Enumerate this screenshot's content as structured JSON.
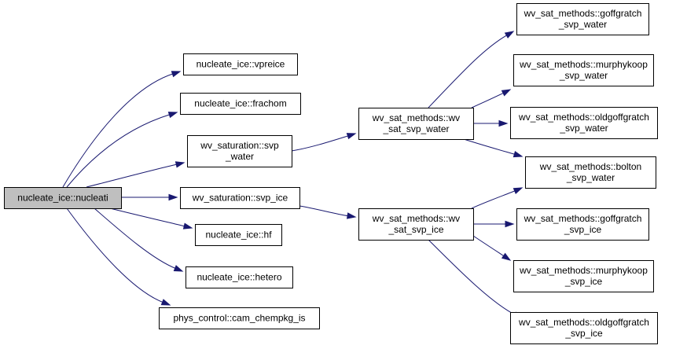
{
  "colors": {
    "edge": "#191970",
    "root_fill": "#bfbfbf",
    "node_fill": "#ffffff",
    "border": "#000000"
  },
  "nodes": {
    "root": [
      "nucleate_ice::nucleati"
    ],
    "vpreice": [
      "nucleate_ice::vpreice"
    ],
    "frachom": [
      "nucleate_ice::frachom"
    ],
    "svp_water": [
      "wv_saturation::svp",
      "_water"
    ],
    "svp_ice": [
      "wv_saturation::svp_ice"
    ],
    "hf": [
      "nucleate_ice::hf"
    ],
    "hetero": [
      "nucleate_ice::hetero"
    ],
    "chempkg": [
      "phys_control::cam_chempkg_is"
    ],
    "wv_sat_svp_water": [
      "wv_sat_methods::wv",
      "_sat_svp_water"
    ],
    "wv_sat_svp_ice": [
      "wv_sat_methods::wv",
      "_sat_svp_ice"
    ],
    "goff_water": [
      "wv_sat_methods::goffgratch",
      "_svp_water"
    ],
    "murphy_water": [
      "wv_sat_methods::murphykoop",
      "_svp_water"
    ],
    "oldgoff_water": [
      "wv_sat_methods::oldgoffgratch",
      "_svp_water"
    ],
    "bolton": [
      "wv_sat_methods::bolton",
      "_svp_water"
    ],
    "goff_ice": [
      "wv_sat_methods::goffgratch",
      "_svp_ice"
    ],
    "murphy_ice": [
      "wv_sat_methods::murphykoop",
      "_svp_ice"
    ],
    "oldgoff_ice": [
      "wv_sat_methods::oldgoffgratch",
      "_svp_ice"
    ]
  },
  "edges": [
    [
      "root",
      "vpreice"
    ],
    [
      "root",
      "frachom"
    ],
    [
      "root",
      "svp_water"
    ],
    [
      "root",
      "svp_ice"
    ],
    [
      "root",
      "hf"
    ],
    [
      "root",
      "hetero"
    ],
    [
      "root",
      "chempkg"
    ],
    [
      "svp_water",
      "wv_sat_svp_water"
    ],
    [
      "svp_ice",
      "wv_sat_svp_ice"
    ],
    [
      "wv_sat_svp_water",
      "goff_water"
    ],
    [
      "wv_sat_svp_water",
      "murphy_water"
    ],
    [
      "wv_sat_svp_water",
      "oldgoff_water"
    ],
    [
      "wv_sat_svp_water",
      "bolton"
    ],
    [
      "wv_sat_svp_ice",
      "bolton"
    ],
    [
      "wv_sat_svp_ice",
      "goff_ice"
    ],
    [
      "wv_sat_svp_ice",
      "murphy_ice"
    ],
    [
      "wv_sat_svp_ice",
      "oldgoff_ice"
    ]
  ]
}
